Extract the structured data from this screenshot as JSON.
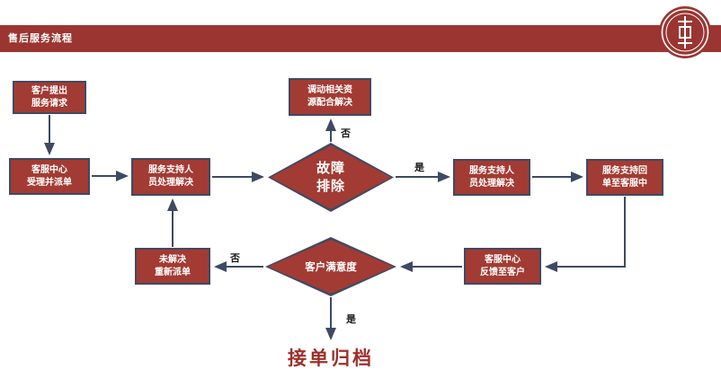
{
  "header": {
    "title": "售后服务流程"
  },
  "logo": {
    "name": "company-seal"
  },
  "flowchart": {
    "nodes": {
      "request": {
        "text": "客户提出\n服务请求"
      },
      "dispatch": {
        "text": "客服中心\n受理并派单"
      },
      "support1": {
        "text": "服务支持人\n员处理解决"
      },
      "resources": {
        "text": "调动相关资\n源配合解决"
      },
      "fault": {
        "text": "故障\n排除"
      },
      "support2": {
        "text": "服务支持人\n员处理解决"
      },
      "receipt": {
        "text": "服务支持回\n单至客服中"
      },
      "feedback": {
        "text": "客服中心\n反馈至客户"
      },
      "satisfaction": {
        "text": "客户满意度"
      },
      "redispatch": {
        "text": "未解决\n重新派单"
      },
      "archive": {
        "text": "接单归档"
      }
    },
    "edge_labels": {
      "fault_no": "否",
      "fault_yes": "是",
      "satisfaction_no": "否",
      "satisfaction_yes": "是"
    }
  },
  "colors": {
    "header_bg": "#9B3531",
    "header_text": "#FFFFFF",
    "node_fill": "#A23B33",
    "node_border": "#3E4A63",
    "arrow": "#3E4A63",
    "archive_text": "#9E2F2B"
  }
}
